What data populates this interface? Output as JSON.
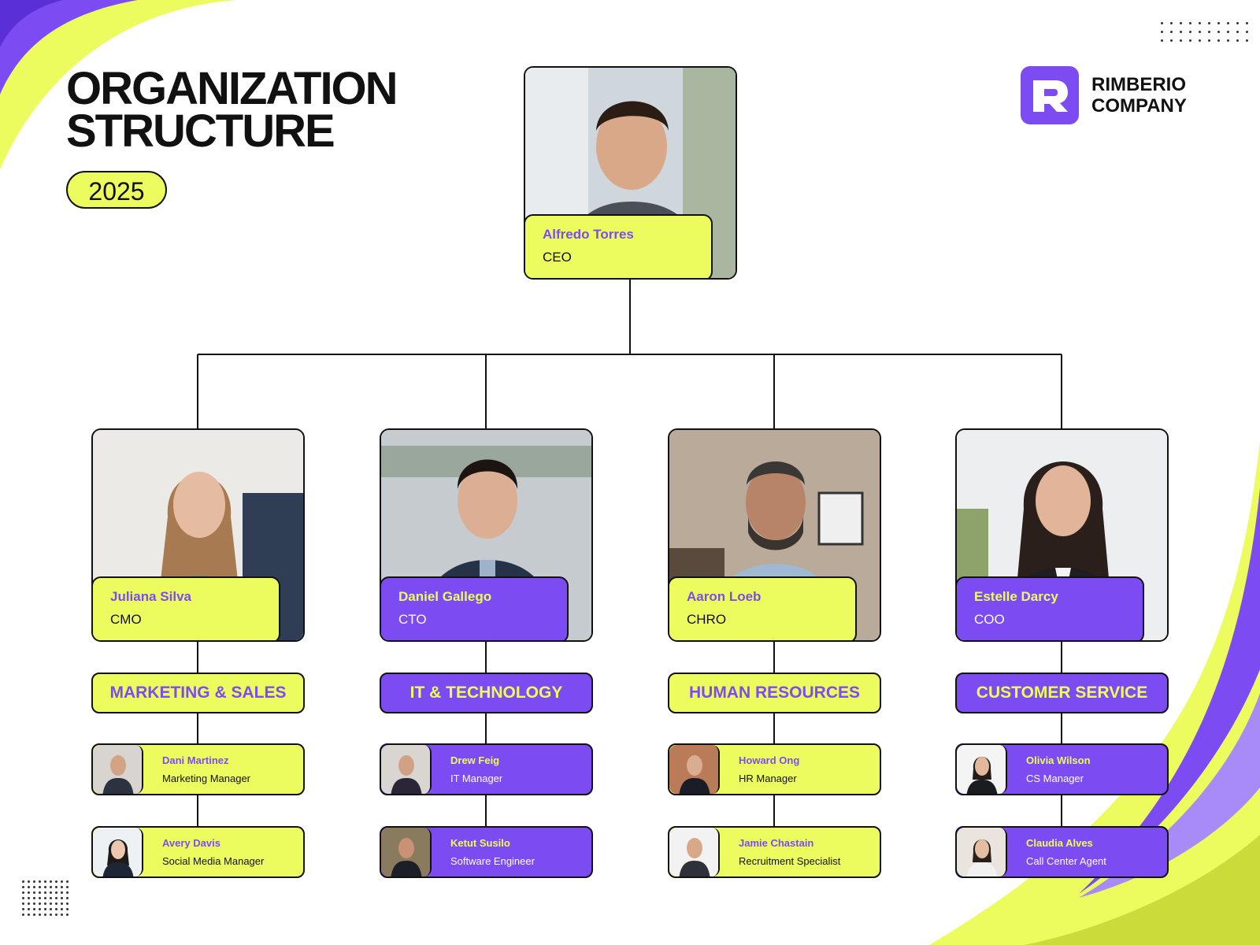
{
  "title_line1": "ORGANIZATION",
  "title_line2": "STRUCTURE",
  "year": "2025",
  "company": {
    "line1": "RIMBERIO",
    "line2": "COMPANY",
    "logo_icon": "company-logo-icon"
  },
  "colors": {
    "accent_yellow": "#ecfc5f",
    "accent_purple": "#7c4cf2",
    "outline": "#111111"
  },
  "ceo": {
    "name": "Alfredo Torres",
    "role": "CEO"
  },
  "executives": [
    {
      "name": "Juliana Silva",
      "role": "CMO",
      "department": "MARKETING & SALES",
      "staff": [
        {
          "name": "Dani Martinez",
          "role": "Marketing Manager"
        },
        {
          "name": "Avery Davis",
          "role": "Social Media Manager"
        }
      ]
    },
    {
      "name": "Daniel Gallego",
      "role": "CTO",
      "department": "IT & TECHNOLOGY",
      "staff": [
        {
          "name": "Drew Feig",
          "role": "IT Manager"
        },
        {
          "name": "Ketut Susilo",
          "role": "Software Engineer"
        }
      ]
    },
    {
      "name": "Aaron Loeb",
      "role": "CHRO",
      "department": "HUMAN RESOURCES",
      "staff": [
        {
          "name": "Howard Ong",
          "role": "HR Manager"
        },
        {
          "name": "Jamie Chastain",
          "role": "Recruitment Specialist"
        }
      ]
    },
    {
      "name": "Estelle Darcy",
      "role": "COO",
      "department": "CUSTOMER SERVICE",
      "staff": [
        {
          "name": "Olivia Wilson",
          "role": "CS Manager"
        },
        {
          "name": "Claudia Alves",
          "role": "Call Center Agent"
        }
      ]
    }
  ]
}
